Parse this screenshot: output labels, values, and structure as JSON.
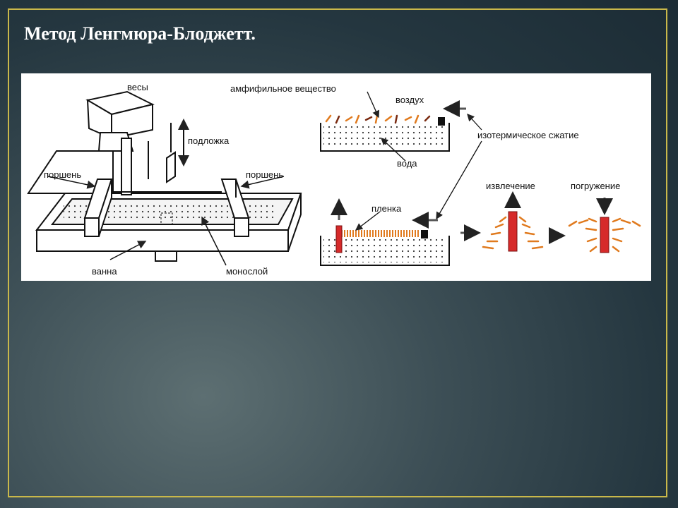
{
  "slide": {
    "title": "Метод Ленгмюра-Блоджетт."
  },
  "diagram": {
    "labels": {
      "balance": "весы",
      "substrate": "подложка",
      "piston_left": "поршень",
      "piston_right": "поршень",
      "trough": "ванна",
      "monolayer": "монослой",
      "amphiphilic": "амфифильное вещество",
      "air": "воздух",
      "water": "вода",
      "isothermal": "изотермическое сжатие",
      "film": "пленка",
      "extraction": "извлечение",
      "immersion": "погружение"
    },
    "colors": {
      "molecule_orange": "#e07a1e",
      "molecule_dark": "#7a2a10",
      "substrate_red": "#d62a2a",
      "arrow_gray": "#555555"
    }
  }
}
